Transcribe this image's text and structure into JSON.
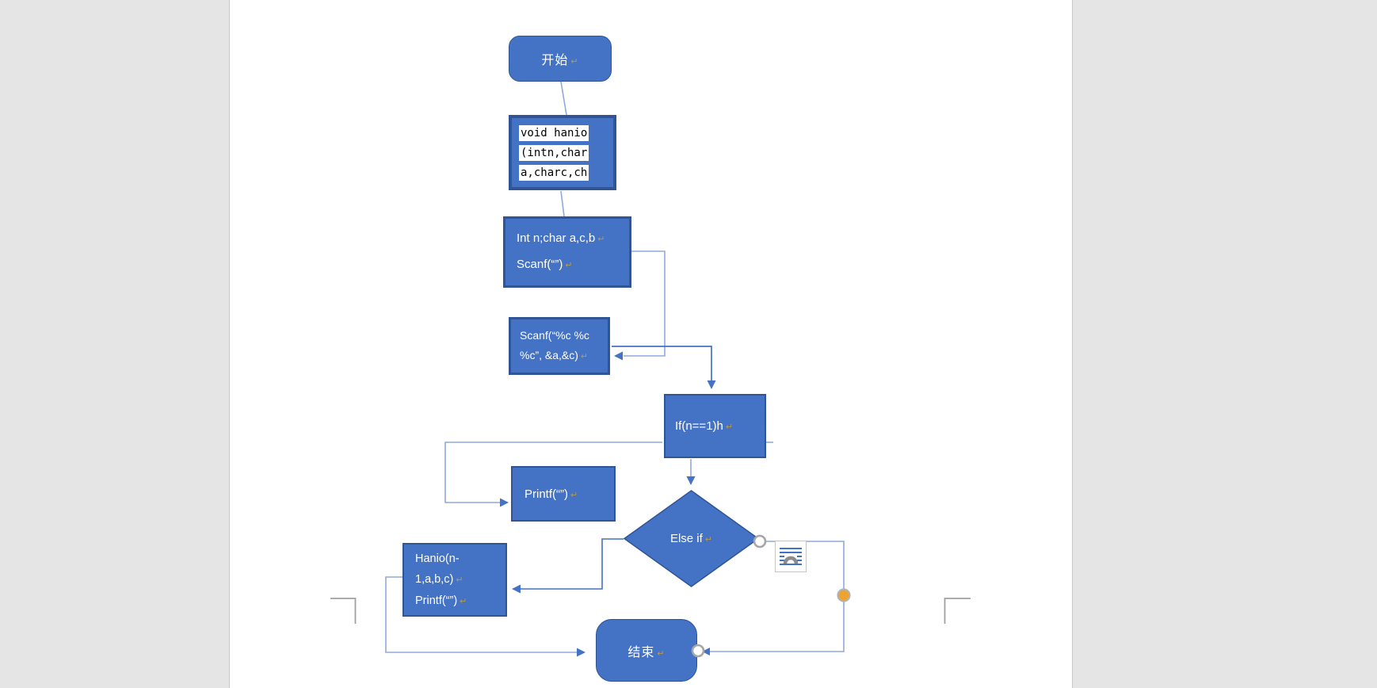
{
  "app": {
    "surface": "word-document-canvas",
    "page_background": "#e5e5e5",
    "paper_color": "#ffffff",
    "margin_mark_color": "#a0a0a0"
  },
  "flowchart": {
    "accent_fill": "#4472c4",
    "accent_border": "#2f5597",
    "connector_light": "#8faadc",
    "connector_dark": "#4472c4",
    "marks": {
      "pilcrow": "↵"
    },
    "nodes": {
      "start": {
        "label": "开始"
      },
      "code": {
        "lines": [
          "void hanio",
          "(intn,char",
          "a,charc,ch"
        ]
      },
      "declare": {
        "lines": [
          "Int n;char a,c,b",
          "Scanf(“”)"
        ]
      },
      "scanf": {
        "lines": [
          "Scanf(“%c %c",
          "%c”, &a,&c)"
        ]
      },
      "if": {
        "label": "If(n==1)h"
      },
      "printf": {
        "label": "Printf(“”)"
      },
      "elseif": {
        "label": "Else if"
      },
      "hanio": {
        "lines": [
          "Hanio(n-",
          "1,a,b,c)",
          "Printf(“”)"
        ]
      },
      "end": {
        "label": "结束"
      }
    },
    "handles": {
      "connection_handle_color": "#ffffff",
      "connection_handle_ring": "#a6a6a6",
      "adjust_handle_color": "#efa32f"
    },
    "icons": {
      "layout_options": "layout-options-icon"
    }
  }
}
